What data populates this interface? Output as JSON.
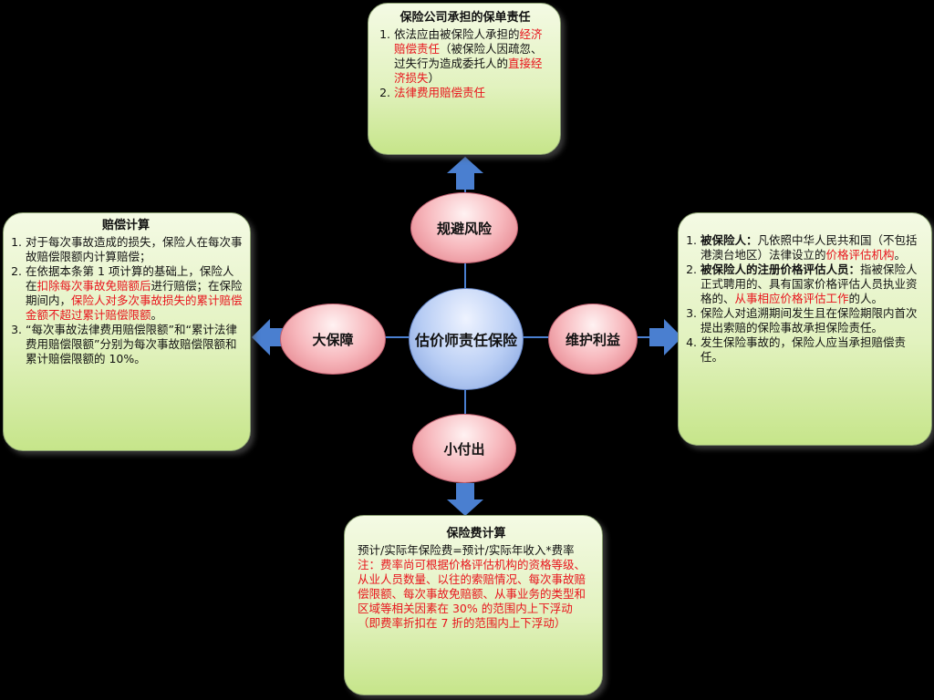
{
  "center": "估价师责任保险",
  "nodes": {
    "top": "规避风险",
    "left": "大保障",
    "right": "维护利益",
    "bottom": "小付出"
  },
  "colors": {
    "box": "#d8efa8",
    "node": "#f2a4ab",
    "center": "#a9c2f0",
    "arrow": "#4a7fd0",
    "emphasis": "#e8141c"
  },
  "top_box": {
    "title": "保险公司承担的保单责任",
    "items": [
      [
        {
          "t": "依法应由被保险人承担的"
        },
        {
          "t": "经济赔偿责任",
          "red": true
        },
        {
          "t": "（被保险人因疏忽、过失行为造成委托人的"
        },
        {
          "t": "直接经济损失",
          "red": true
        },
        {
          "t": "）"
        }
      ],
      [
        {
          "t": "法律费用赔偿责任",
          "red": true
        }
      ]
    ]
  },
  "left_box": {
    "title": "赔偿计算",
    "items": [
      [
        {
          "t": "对于每次事故造成的损失，保险人在每次事故赔偿限额内计算赔偿；"
        }
      ],
      [
        {
          "t": "在依据本条第 1 项计算的基础上，保险人在"
        },
        {
          "t": "扣除每次事故免赔额后",
          "red": true
        },
        {
          "t": "进行赔偿；在保险期间内，"
        },
        {
          "t": "保险人对多次事故损失的累计赔偿金额不超过累计赔偿限额",
          "red": true
        },
        {
          "t": "。"
        }
      ],
      [
        {
          "t": "“每次事故法律费用赔偿限额”和“累计法律费用赔偿限额”分别为每次事故赔偿限额和累计赔偿限额的 10%。"
        }
      ]
    ]
  },
  "right_box": {
    "items": [
      [
        {
          "t": "被保险人：",
          "bold": true
        },
        {
          "t": "凡依照中华人民共和国（不包括港澳台地区）法律设立的"
        },
        {
          "t": "价格评估机构",
          "red": true
        },
        {
          "t": "。"
        }
      ],
      [
        {
          "t": "被保险人的注册价格评估人员：",
          "bold": true
        },
        {
          "t": "指被保险人正式聘用的、具有国家价格评估人员执业资格的、"
        },
        {
          "t": "从事相应价格评估工作",
          "red": true
        },
        {
          "t": "的人。"
        }
      ],
      [
        {
          "t": "保险人对追溯期间发生且在保险期限内首次提出索赔的保险事故承担保险责任。"
        }
      ],
      [
        {
          "t": "发生保险事故的，保险人应当承担赔偿责任。"
        }
      ]
    ]
  },
  "bottom_box": {
    "title": "保险费计算",
    "formula": "预计/实际年保险费=预计/实际年收入*费率",
    "note": "注：费率尚可根据价格评估机构的资格等级、从业人员数量、以往的索赔情况、每次事故赔偿限额、每次事故免赔额、从事业务的类型和区域等相关因素在 30% 的范围内上下浮动（即费率折扣在 7 折的范围内上下浮动）"
  }
}
